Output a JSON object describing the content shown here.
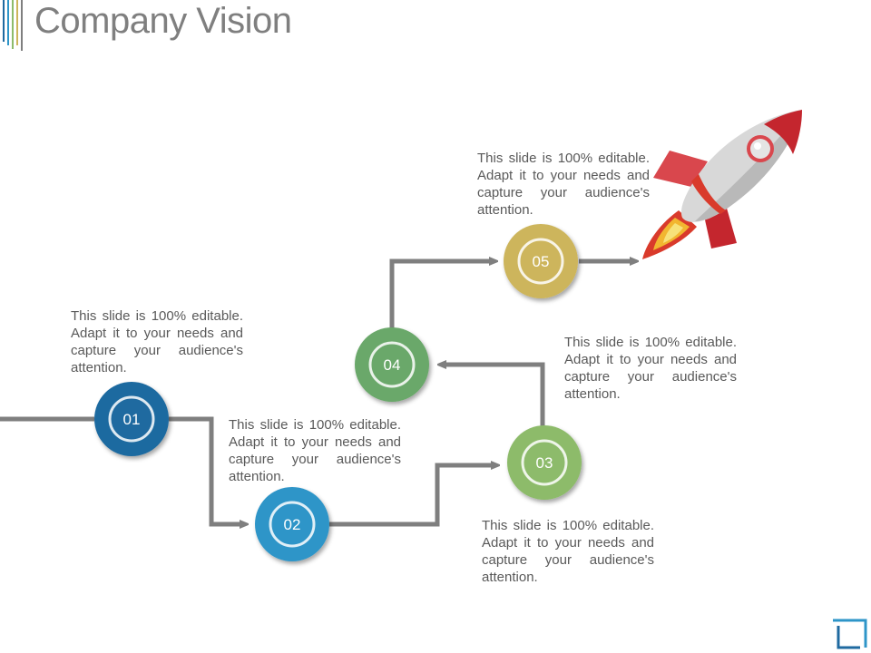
{
  "title": "Company Vision",
  "steps": [
    {
      "id": "01",
      "color": "#1f6aa0",
      "text": "This slide is 100% editable. Adapt it to your needs and capture your audience's attention."
    },
    {
      "id": "02",
      "color": "#2e95c8",
      "text": "This slide is 100% editable. Adapt it to your needs and capture your audience's attention."
    },
    {
      "id": "03",
      "color": "#8dbb6b",
      "text": "This slide is 100% editable. Adapt it to your needs and capture your audience's attention."
    },
    {
      "id": "04",
      "color": "#6aa86a",
      "text": "This slide is 100% editable. Adapt it to your needs and capture your audience's attention."
    },
    {
      "id": "05",
      "color": "#cdb55c",
      "text": "This slide is 100% editable. Adapt it to your needs and capture your audience's attention."
    }
  ],
  "colors": {
    "connector": "#7f7f7f",
    "title": "#7f7f7f"
  },
  "icons": {
    "rocket": "rocket-icon",
    "corner": "corner-frame-icon"
  }
}
